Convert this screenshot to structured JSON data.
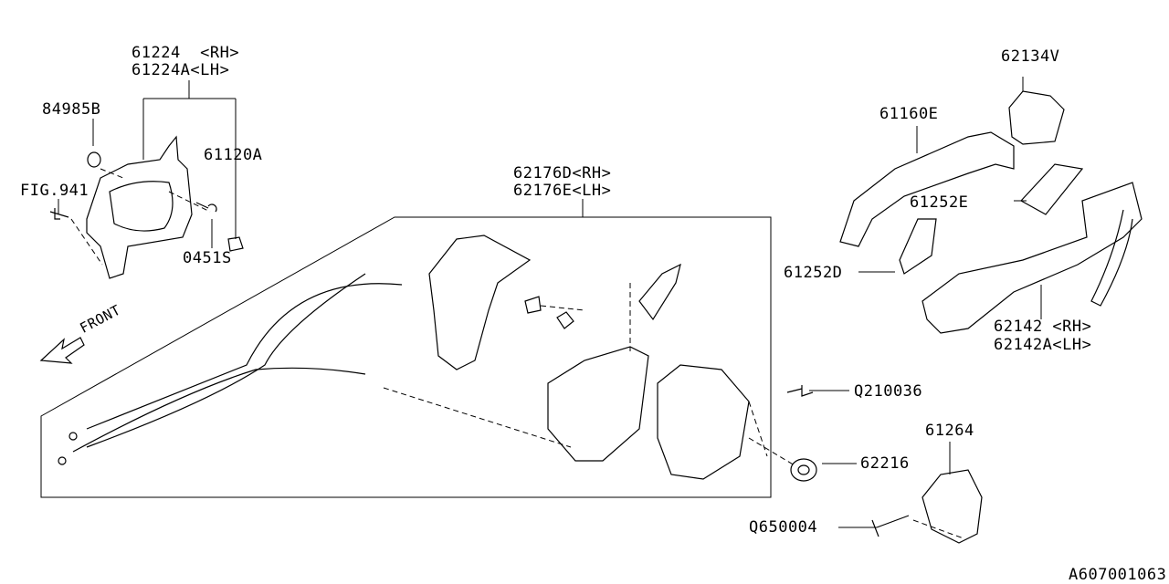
{
  "labels": {
    "p61224_rh": "61224  <RH>",
    "p61224a_lh": "61224A<LH>",
    "p84985b": "84985B",
    "p61120a": "61120A",
    "fig941": "FIG.941",
    "p0451s": "0451S",
    "p62176d_rh": "62176D<RH>",
    "p62176e_lh": "62176E<LH>",
    "front": "FRONT",
    "p62134v": "62134V",
    "p61160e": "61160E",
    "p61252e": "61252E",
    "p61252d": "61252D",
    "p62142_rh": "62142 <RH>",
    "p62142a_lh": "62142A<LH>",
    "q210036": "Q210036",
    "p62216": "62216",
    "p61264": "61264",
    "q650004": "Q650004",
    "diagram_id": "A607001063"
  }
}
